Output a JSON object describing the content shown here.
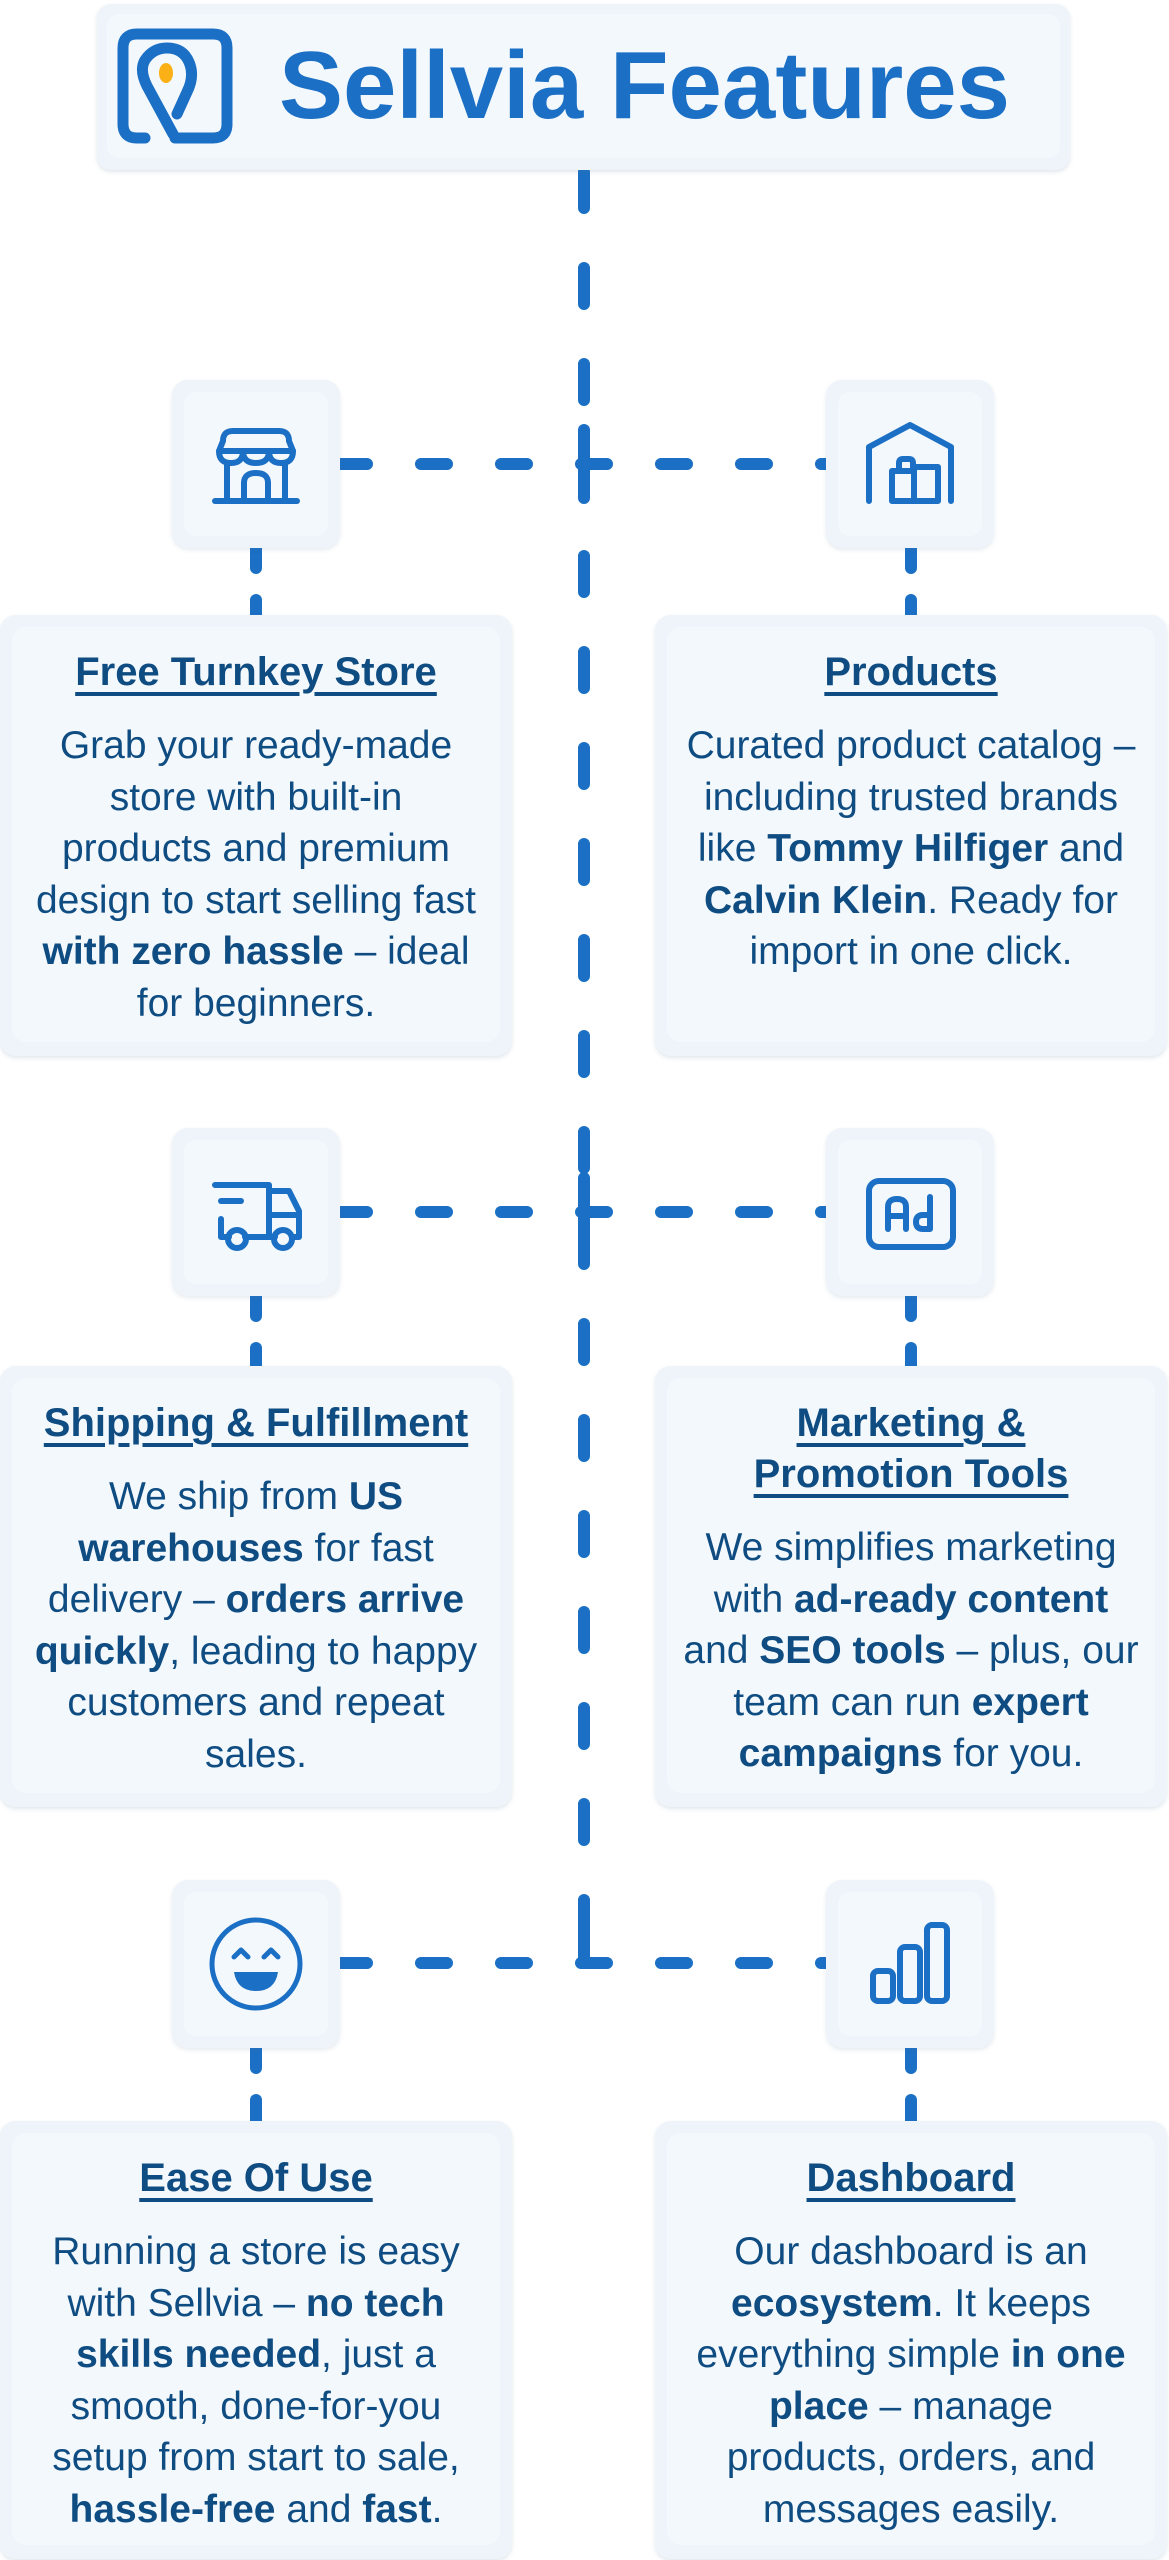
{
  "header": {
    "title": "Sellvia Features",
    "logo_icon": "location-pin-in-square-icon"
  },
  "colors": {
    "accent": "#1b6fc4",
    "text": "#0f4c81",
    "logo_dot": "#fbb116",
    "card_bg": "#f3f8fd",
    "card_border": "#eef4fa"
  },
  "features": [
    {
      "id": "free-turnkey-store",
      "icon": "storefront-icon",
      "title": "Free Turnkey Store",
      "body": [
        {
          "t": "Grab your ready-made store with built-in products and premium design to start selling fast "
        },
        {
          "t": "with zero hassle",
          "b": true
        },
        {
          "t": " – ideal for beginners."
        }
      ]
    },
    {
      "id": "products",
      "icon": "warehouse-boxes-icon",
      "title": "Products",
      "body": [
        {
          "t": "Curated product catalog – including trusted brands like "
        },
        {
          "t": "Tommy Hilfiger",
          "b": true
        },
        {
          "t": " and "
        },
        {
          "t": "Calvin Klein",
          "b": true
        },
        {
          "t": ". Ready for import in one click."
        }
      ]
    },
    {
      "id": "shipping-fulfillment",
      "icon": "delivery-truck-icon",
      "title": "Shipping & Fulfillment",
      "body": [
        {
          "t": "We ship from "
        },
        {
          "t": "US warehouses",
          "b": true
        },
        {
          "t": " for fast delivery – "
        },
        {
          "t": "orders arrive quickly",
          "b": true
        },
        {
          "t": ", leading to happy customers and repeat sales."
        }
      ]
    },
    {
      "id": "marketing-promotion-tools",
      "icon": "ad-icon",
      "title": "Marketing & Promotion Tools",
      "body": [
        {
          "t": "We simplifies marketing with "
        },
        {
          "t": "ad-ready content",
          "b": true
        },
        {
          "t": " and "
        },
        {
          "t": "SEO tools",
          "b": true
        },
        {
          "t": " – plus, our team can run "
        },
        {
          "t": "expert campaigns",
          "b": true
        },
        {
          "t": " for you."
        }
      ]
    },
    {
      "id": "ease-of-use",
      "icon": "smiley-face-icon",
      "title": "Ease Of Use",
      "body": [
        {
          "t": "Running a store is easy with Sellvia – "
        },
        {
          "t": "no tech skills needed",
          "b": true
        },
        {
          "t": ", just a smooth, done-for-you setup from start to sale, "
        },
        {
          "t": "hassle-free",
          "b": true
        },
        {
          "t": " and "
        },
        {
          "t": "fast",
          "b": true
        },
        {
          "t": "."
        }
      ]
    },
    {
      "id": "dashboard",
      "icon": "bar-chart-icon",
      "title": "Dashboard",
      "body": [
        {
          "t": "Our dashboard is an "
        },
        {
          "t": "ecosystem",
          "b": true
        },
        {
          "t": ". It keeps everything simple "
        },
        {
          "t": "in one place",
          "b": true
        },
        {
          "t": " – manage products, orders, and messages easily."
        }
      ]
    }
  ]
}
